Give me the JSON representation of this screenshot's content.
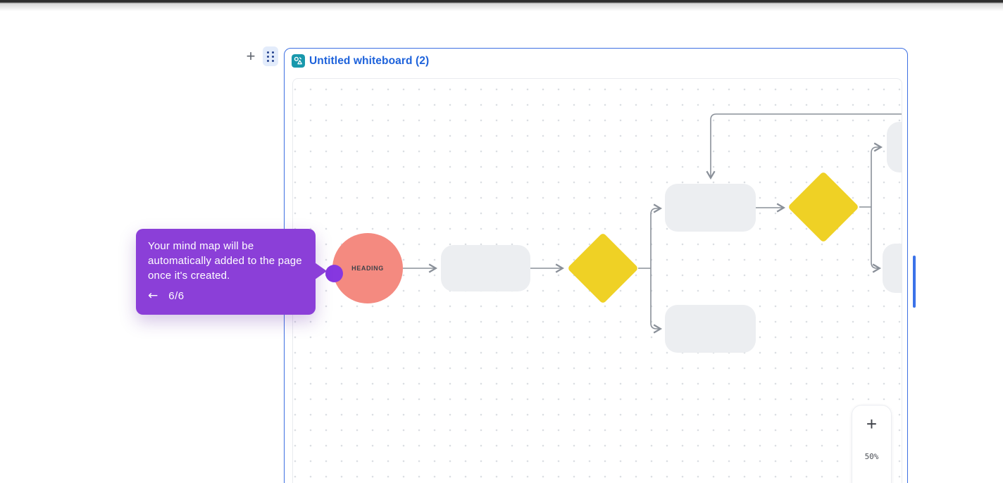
{
  "colors": {
    "accent-blue": "#3d6fe2",
    "title-blue": "#1d62db",
    "canvas-border": "#e9ebef",
    "canvas-dot": "#dbdee3",
    "node-gray": "#eceef1",
    "node-salmon": "#f48a80",
    "node-yellow": "#efd125",
    "connector": "#8a9099",
    "tooltip-purple": "#8b3fd8",
    "dot-purple": "#8637e0",
    "scroll-thumb": "#3b72e9",
    "icon-teal": "#1898ac",
    "handle-bg": "#e3ecfb",
    "handle-dot": "#24418e",
    "text-dark": "#3f4249",
    "text-gray": "#5f646e"
  },
  "editor": {
    "add_block_icon": "+",
    "drag_handle_icon": "six-dots-grip"
  },
  "whiteboard": {
    "title": "Untitled whiteboard (2)",
    "icon": "whiteboard-shapes-icon",
    "nodes": {
      "heading_label": "HEADING"
    },
    "zoom_panel": {
      "zoom_in": "+",
      "level": "50%"
    }
  },
  "tooltip": {
    "message": "Your mind map will be automatically added to the page once it's created.",
    "back_icon": "←",
    "counter": "6/6"
  }
}
